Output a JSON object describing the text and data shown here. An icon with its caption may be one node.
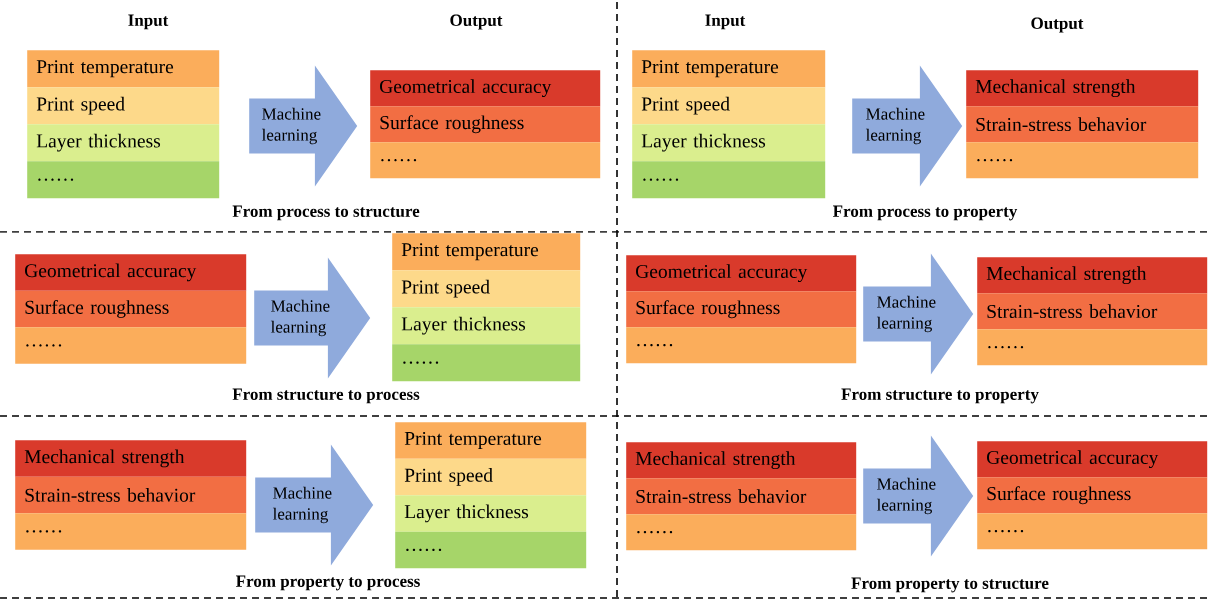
{
  "diagram": {
    "nodes": [
      {
        "text": [
          "Print temperature"
        ]
      },
      {
        "text": [
          "Print speed"
        ]
      },
      {
        "text": [
          "Layer thickness"
        ]
      },
      {
        "text": [
          "……"
        ]
      },
      {
        "text": [
          "Machine learning"
        ]
      },
      {
        "text": [
          "Geometrical accuracy"
        ]
      },
      {
        "text": [
          "Surface roughness"
        ]
      },
      {
        "text": [
          "……"
        ]
      },
      {
        "text": [
          "Print temperature"
        ]
      },
      {
        "text": [
          "Print speed"
        ]
      },
      {
        "text": [
          "Layer thickness"
        ]
      },
      {
        "text": [
          "……"
        ]
      },
      {
        "text": [
          "Machine learning"
        ]
      },
      {
        "text": [
          "Mechanical strength"
        ]
      },
      {
        "text": [
          "Strain-stress behavior"
        ]
      },
      {
        "text": [
          "……"
        ]
      },
      {
        "text": [
          "Geometrical accuracy"
        ]
      },
      {
        "text": [
          "Surface roughness"
        ]
      },
      {
        "text": [
          "……"
        ]
      },
      {
        "text": [
          "Machine learning"
        ]
      },
      {
        "text": [
          "Print temperature"
        ]
      },
      {
        "text": [
          "Print speed"
        ]
      },
      {
        "text": [
          "Layer thickness"
        ]
      },
      {
        "text": [
          "……"
        ]
      },
      {
        "text": [
          "Geometrical accuracy"
        ]
      },
      {
        "text": [
          "Surface roughness"
        ]
      },
      {
        "text": [
          "……"
        ]
      },
      {
        "text": [
          "Machine learning"
        ]
      },
      {
        "text": [
          "Mechanical strength"
        ]
      },
      {
        "text": [
          "Strain-stress behavior"
        ]
      },
      {
        "text": [
          "……"
        ]
      },
      {
        "text": [
          "Mechanical strength"
        ]
      },
      {
        "text": [
          "Strain-stress behavior"
        ]
      },
      {
        "text": [
          "……"
        ]
      },
      {
        "text": [
          "Machine learning"
        ]
      },
      {
        "text": [
          "Print temperature"
        ]
      },
      {
        "text": [
          "Print speed"
        ]
      },
      {
        "text": [
          "Layer thickness"
        ]
      },
      {
        "text": [
          "……"
        ]
      },
      {
        "text": [
          "Mechanical strength"
        ]
      },
      {
        "text": [
          "Strain-stress behavior"
        ]
      },
      {
        "text": [
          "……"
        ]
      },
      {
        "text": [
          "Machine learning"
        ]
      },
      {
        "text": [
          "Geometrical accuracy"
        ]
      },
      {
        "text": [
          "Surface roughness"
        ]
      },
      {
        "text": [
          "……"
        ]
      }
    ],
    "labels": [
      "Input",
      "Output",
      "Input",
      "Output",
      "From process to structure",
      "From process to property",
      "From structure to process",
      "From structure to property",
      "From property to process",
      "From property to structure"
    ]
  }
}
